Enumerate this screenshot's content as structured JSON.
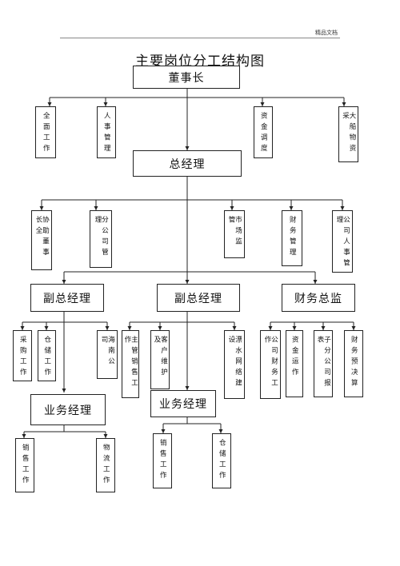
{
  "header": {
    "text": "精品文档"
  },
  "title": "主要岗位分工结构图",
  "nodes": {
    "board": "董事长",
    "board_quanmian": "全面工作",
    "board_renshi": "人事管理",
    "board_zijin": "资金调度",
    "board_dachuan": "大船物资采",
    "gm": "总经理",
    "gm_xiezhu": "协助董事长全",
    "gm_fengongsi": "分公司管理",
    "gm_shichang": "市场监管",
    "gm_caiwu": "财务管理",
    "gm_gongsirenshi": "公司人事管理",
    "dgm_left": "副总经理",
    "dgm_mid": "副总经理",
    "cfo": "财务总监",
    "l_caigou": "采购工作",
    "l_cangchu": "仓储工作",
    "l_hainan": "海南公司",
    "m_zhuguan": "主管销售工作",
    "m_kehu": "客户维护及",
    "m_piaoshui": "漂水网络建设",
    "c_gongsicaiwu": "公司财务工作",
    "c_zijin": "资金运作",
    "c_zifengongsi": "子分公司报表",
    "c_yujuesuan": "财务预决算",
    "bm_left": "业务经理",
    "bm_mid": "业务经理",
    "bl_xiaoshou": "销售工作",
    "bl_wuliu": "物流工作",
    "bm_xiaoshou": "销售工作",
    "bm_cangchu": "仓储工作"
  }
}
